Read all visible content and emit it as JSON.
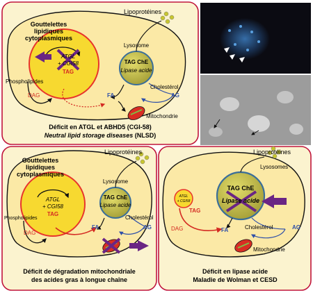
{
  "colors": {
    "panel_border": "#c0143c",
    "panel_fill": "#fbf3cf",
    "cell_fill": "#fbe9a6",
    "droplet_fill": "#f7d930",
    "droplet_ring": "#e8342c",
    "lysosome_fill": "#c9c34a",
    "lysosome_ring": "#3a6e9a",
    "mito_fill": "#d82e23",
    "mito_band": "#7fbf44",
    "blue": "#2e4fa8",
    "red": "#d42a22",
    "purple": "#6a2584",
    "lipo_fill": "#c8c630",
    "micro_dark": "#0b0b12",
    "micro_gray": "#9c9c9c"
  },
  "panel_top_left": {
    "droplets_title": [
      "Gouttelettes",
      "lipidiques",
      "cytoplasmiques"
    ],
    "atgl": "ATGL",
    "cgi58": "+ CGI58",
    "tag_red": "TAG",
    "phospholipides": "Phospholipides",
    "dag": "DAG",
    "lipoproteines": "Lipoprotéines",
    "lysosome": "Lysosome",
    "tag_che": "TAG ChE",
    "lipase_acide": "Lipase acide",
    "cholesterol": "Cholestérol",
    "fa": "FA",
    "ag": "AG",
    "mitochondrie": "Mitochondrie",
    "caption_line1": "Déficit en ATGL et ABHD5 (CGI-58)",
    "caption_line2_italic": "Neutral lipid storage diseases",
    "caption_line2_rest": " (NLSD)"
  },
  "panel_bottom_left": {
    "droplets_title": [
      "Gouttelettes",
      "lipidiques",
      "cytoplasmiques"
    ],
    "atgl": "ATGL",
    "cgi58": "+ CGI58",
    "tag_red": "TAG",
    "phospholipides": "Phospholipides",
    "dag": "DAG",
    "lipoproteines": "Lipoprotéines",
    "lysosome": "Lysosome",
    "tag_che": "TAG ChE",
    "lipase_acide": "Lipase acide",
    "cholesterol": "Cholestérol",
    "fa": "FA",
    "ag": "AG",
    "caption_line1": "Déficit de dégradation mitochondriale",
    "caption_line2": "des acides gras à longue chaîne"
  },
  "panel_bottom_right": {
    "lipoproteines": "Lipoprotéines",
    "lysosomes": "Lysosomes",
    "tag_che": "TAG ChE",
    "lipase_acide": "Lipase acide",
    "atgl": "ATGL",
    "cgi58": "+ CGI58",
    "tag_red": "TAG",
    "dag": "DAG",
    "fa": "FA",
    "cholesterol": "Cholestérol",
    "ag": "AG",
    "mitochondrie": "Mitochondrie",
    "caption_line1": "Déficit en lipase acide",
    "caption_line2": "Maladie de Wolman et CESD"
  }
}
